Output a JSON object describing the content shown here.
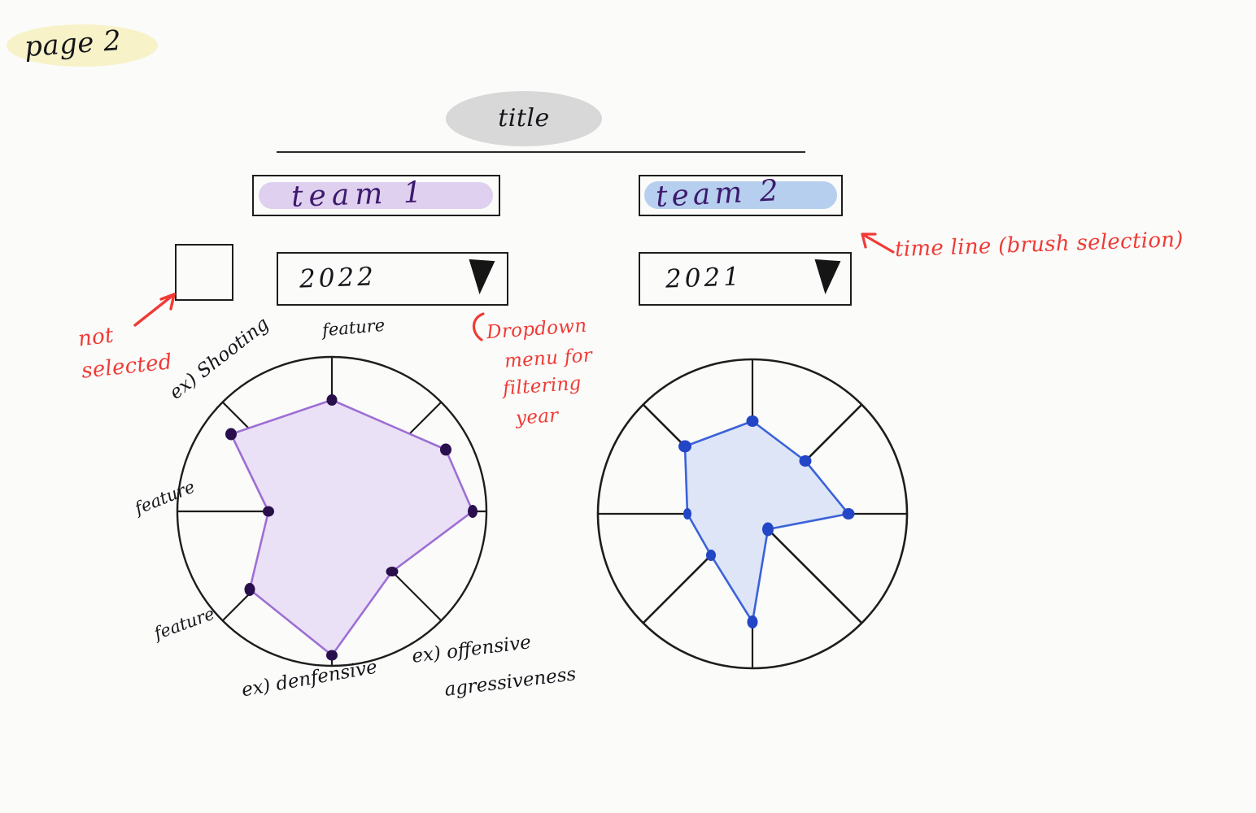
{
  "page": {
    "label": "page 2",
    "background": "#fbfbfa",
    "sticky_color": "#f7f2c8"
  },
  "header": {
    "title": "title",
    "title_pill_color": "#d8d8d8"
  },
  "teams": [
    {
      "name": "team 1",
      "highlight_color": "#dfd0ef",
      "ink_color": "#3d1a6e",
      "year_value": "2022",
      "year_caret_icon": "chevron-down-icon",
      "has_checkbox": true,
      "checkbox_checked": false
    },
    {
      "name": "team 2",
      "highlight_color": "#b6cfee",
      "ink_color": "#3d1a6e",
      "year_value": "2021",
      "year_caret_icon": "chevron-down-icon",
      "has_checkbox": false,
      "checkbox_checked": false
    }
  ],
  "annotations": {
    "not_selected_line1": "not",
    "not_selected_line2": "selected",
    "dropdown_line1": "Dropdown",
    "dropdown_line2": "menu for",
    "dropdown_line3": "filtering",
    "dropdown_line4": "year",
    "timeline": "time line   (brush selection)",
    "ink_color": "#ef3b35"
  },
  "axis_labels": {
    "top": "feature",
    "nw": "ex) Shooting",
    "w": "feature",
    "sw": "feature",
    "s": "ex)  denfensive",
    "se_line1": "ex)  offensive",
    "se_line2": "agressiveness"
  },
  "chart_data": [
    {
      "type": "radar",
      "title": "team 1",
      "year": "2022",
      "stroke_color": "#9d6fd4",
      "fill_color": "#ebe1f6",
      "point_color": "#2a0f4d",
      "axes": [
        "feature",
        "ex) Shooting",
        "feature",
        "feature",
        "ex) denfensive",
        "ex) offensive agressiveness",
        "feature",
        "feature"
      ],
      "angles_deg": [
        90,
        135,
        180,
        225,
        270,
        315,
        0,
        45
      ],
      "categories": [
        "top",
        "nw",
        "w",
        "sw",
        "s",
        "se",
        "e",
        "ne"
      ],
      "values": [
        0.72,
        0.92,
        0.41,
        0.75,
        0.93,
        0.55,
        0.91,
        0.74
      ],
      "rlim": [
        0,
        1
      ],
      "grid": true,
      "legend": "none"
    },
    {
      "type": "radar",
      "title": "team 2",
      "year": "2021",
      "stroke_color": "#3b62d9",
      "fill_color": "#dde5f7",
      "point_color": "#2346c7",
      "axes": [
        "feature",
        "ex) Shooting",
        "feature",
        "feature",
        "ex) denfensive",
        "ex) offensive agressiveness",
        "feature",
        "feature"
      ],
      "angles_deg": [
        90,
        135,
        180,
        225,
        270,
        315,
        0,
        45
      ],
      "categories": [
        "top",
        "nw",
        "w",
        "sw",
        "s",
        "se",
        "e",
        "ne"
      ],
      "values": [
        0.6,
        0.62,
        0.42,
        0.38,
        0.7,
        0.14,
        0.62,
        0.48
      ],
      "rlim": [
        0,
        1
      ],
      "grid": true,
      "legend": "none"
    }
  ]
}
